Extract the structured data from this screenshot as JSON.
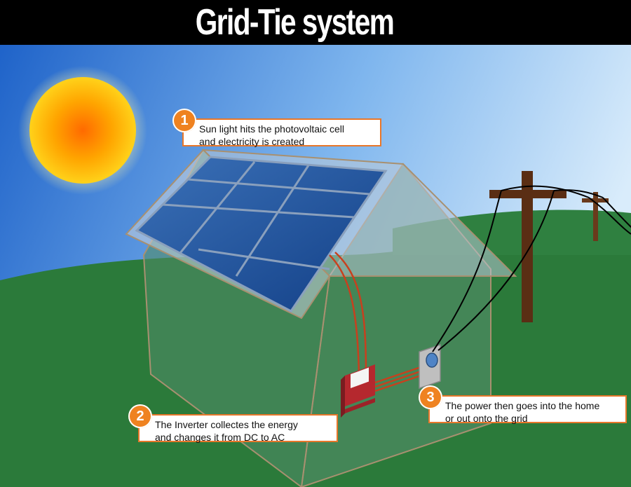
{
  "title": "Grid-Tie system",
  "steps": [
    {
      "number": "1",
      "line1": "Sun light hits the photovoltaic cell",
      "line2": "and electricity is created"
    },
    {
      "number": "2",
      "line1": "The Inverter collectes the energy",
      "line2": "and changes it from DC to AC"
    },
    {
      "number": "3",
      "line1": "The power then goes into the home",
      "line2": "or out onto the grid"
    }
  ],
  "colors": {
    "sky_top": "#5aa2e6",
    "grass": "#2b7a3a",
    "callout_border": "#e8772a",
    "badge": "#ef8220",
    "panel": "#1d4f96",
    "pole": "#5a2e14",
    "inverter": "#b5282e"
  },
  "icons": [
    "sun-icon",
    "solar-panel-icon",
    "house-icon",
    "inverter-icon",
    "meter-icon",
    "utility-pole-icon"
  ]
}
